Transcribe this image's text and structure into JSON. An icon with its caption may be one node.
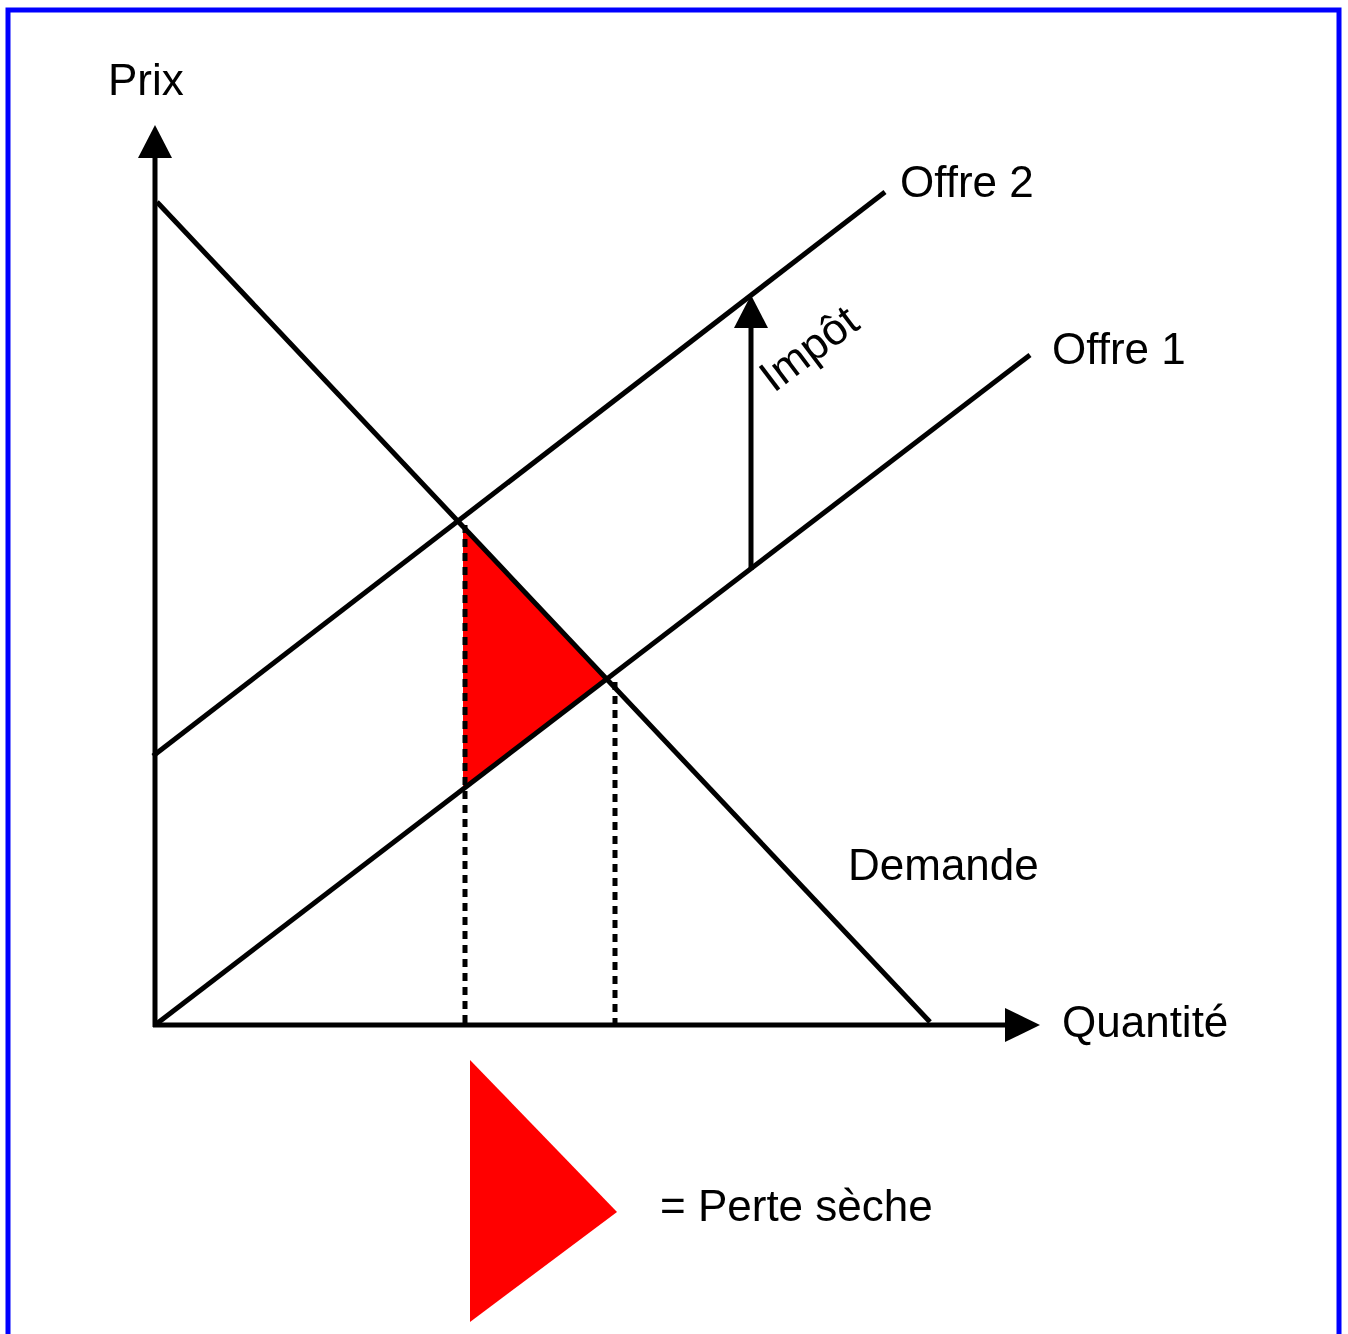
{
  "diagram": {
    "labels": [
      "Prix",
      "Offre 2",
      "Impôt",
      "Offre 1",
      "Demande",
      "Quantité"
    ],
    "legend": [
      {
        "text": "= Perte sèche",
        "color": "#ff0000"
      }
    ]
  }
}
